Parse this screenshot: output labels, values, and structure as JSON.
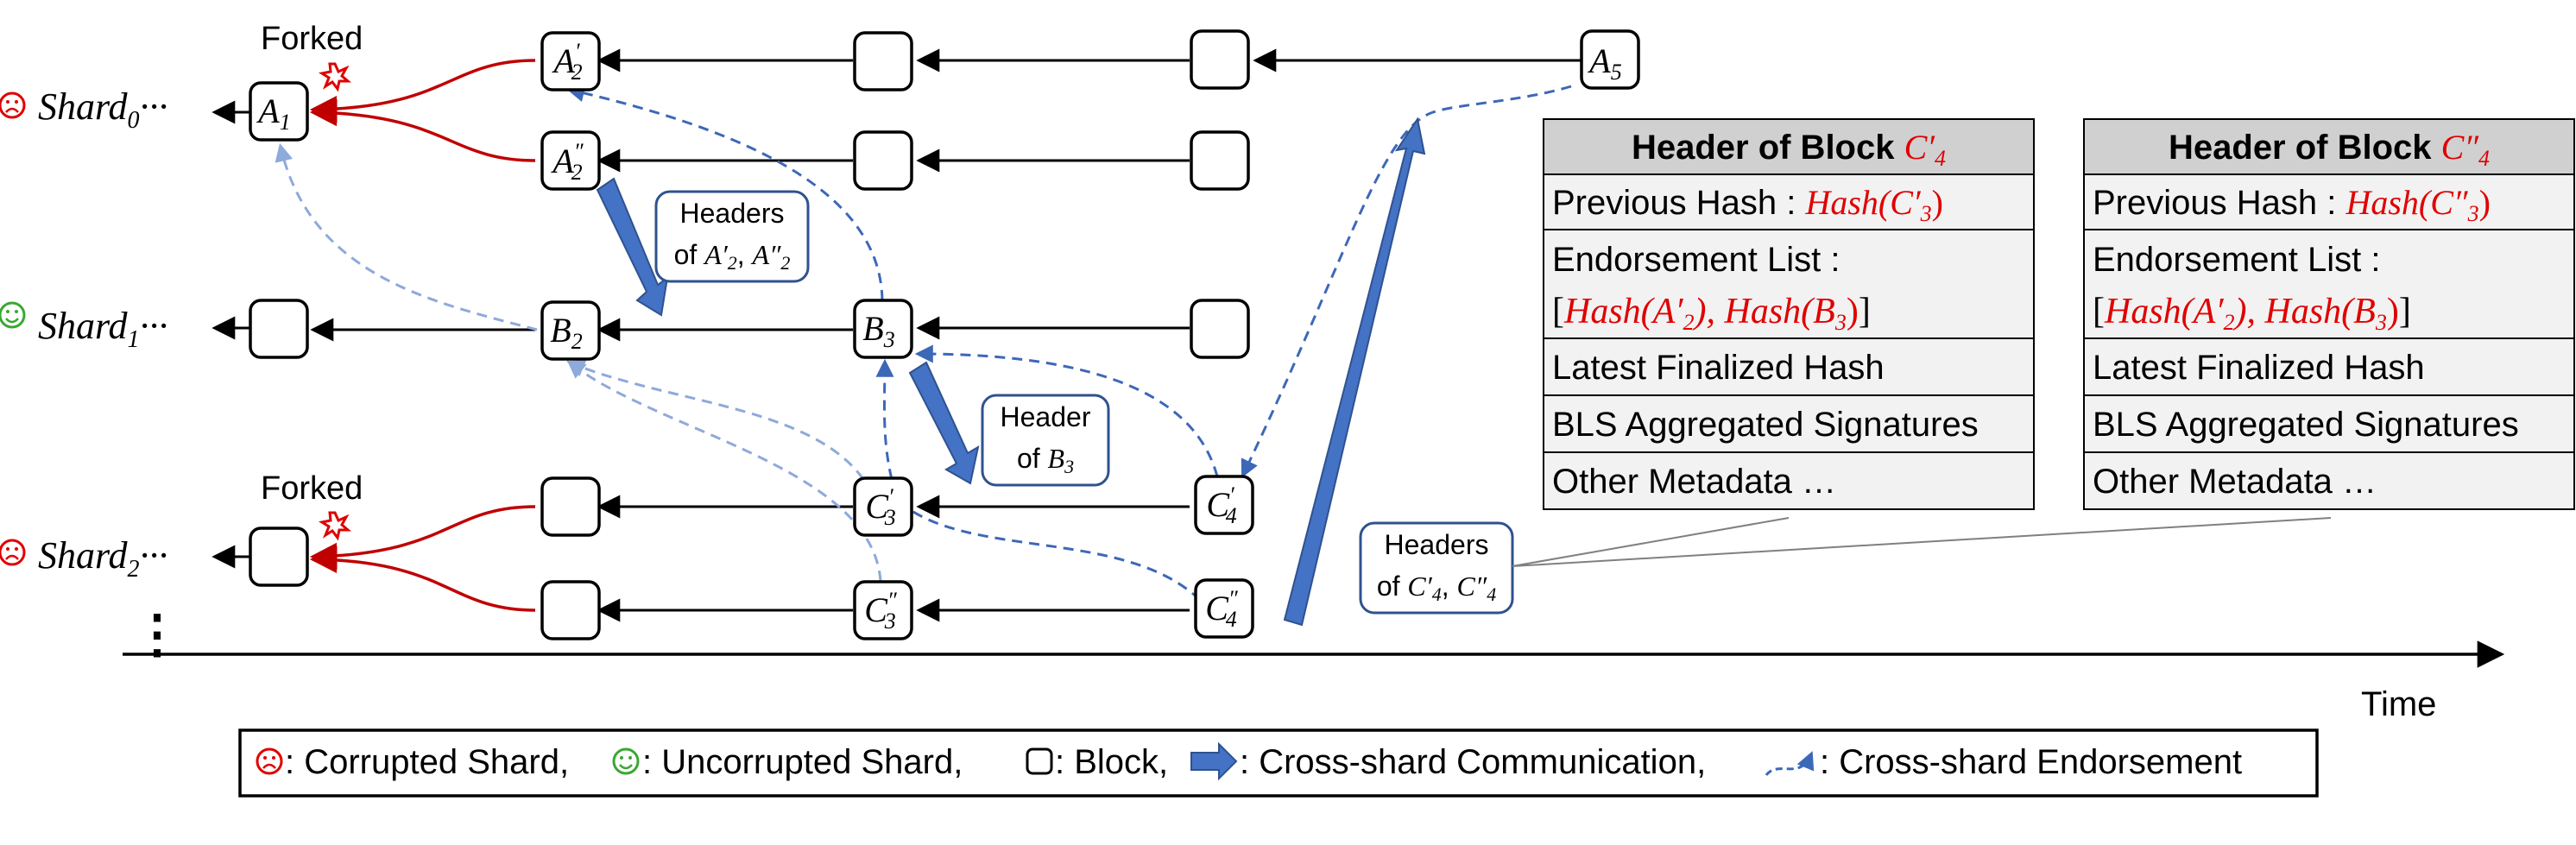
{
  "labels": {
    "forked": "Forked",
    "time": "Time",
    "ellipsis": "⋮",
    "dots": "···"
  },
  "shards": [
    {
      "label": "Shard",
      "sub": "0",
      "status": "corrupted"
    },
    {
      "label": "Shard",
      "sub": "1",
      "status": "uncorrupted"
    },
    {
      "label": "Shard",
      "sub": "2",
      "status": "corrupted"
    }
  ],
  "blocks": {
    "a1": {
      "main": "A",
      "sub": "1"
    },
    "a2p": {
      "main": "A",
      "sub": "2",
      "prime": "′"
    },
    "a2pp": {
      "main": "A",
      "sub": "2",
      "prime": "″"
    },
    "a5": {
      "main": "A",
      "sub": "5"
    },
    "b2": {
      "main": "B",
      "sub": "2"
    },
    "b3": {
      "main": "B",
      "sub": "3"
    },
    "c3p": {
      "main": "C",
      "sub": "3",
      "prime": "′"
    },
    "c3pp": {
      "main": "C",
      "sub": "3",
      "prime": "″"
    },
    "c4p": {
      "main": "C",
      "sub": "4",
      "prime": "′"
    },
    "c4pp": {
      "main": "C",
      "sub": "4",
      "prime": "″"
    }
  },
  "callouts": {
    "headers_a2": {
      "line1": "Headers",
      "prefix": "of ",
      "i1": "A′",
      "s1": "2",
      "sep": ", ",
      "i2": "A″",
      "s2": "2"
    },
    "header_b3": {
      "line1": "Header",
      "prefix": "of ",
      "i1": "B",
      "s1": "3"
    },
    "headers_c4": {
      "line1": "Headers",
      "prefix": "of ",
      "i1": "C′",
      "s1": "4",
      "sep": ", ",
      "i2": "C″",
      "s2": "4"
    }
  },
  "header_tables": [
    {
      "title": "Header of Block ",
      "title_block": "C′",
      "title_sub": "4",
      "prev_label": "Previous Hash : ",
      "prev_value": "Hash(C′",
      "prev_sub": "3",
      "prev_close": ")",
      "endorse_label": "Endorsement List :",
      "endorse_value": "Hash(A′",
      "endorse_sub": "2",
      "endorse_mid": "), Hash(B",
      "endorse_sub2": "3",
      "endorse_close": ")",
      "finalized": "Latest Finalized Hash",
      "bls": "BLS Aggregated Signatures",
      "other": "Other Metadata …"
    },
    {
      "title": "Header of Block ",
      "title_block": "C″",
      "title_sub": "4",
      "prev_label": "Previous Hash : ",
      "prev_value": "Hash(C″",
      "prev_sub": "3",
      "prev_close": ")",
      "endorse_label": "Endorsement List :",
      "endorse_value": "Hash(A′",
      "endorse_sub": "2",
      "endorse_mid": "), Hash(B",
      "endorse_sub2": "3",
      "endorse_close": ")",
      "finalized": "Latest Finalized Hash",
      "bls": "BLS Aggregated Signatures",
      "other": "Other Metadata …"
    }
  ],
  "legend": {
    "corrupted": ": Corrupted Shard, ",
    "uncorrupted": ": Uncorrupted Shard, ",
    "block": ": Block, ",
    "comm": ": Cross-shard Communication, ",
    "endorse": ": Cross-shard Endorsement"
  },
  "colors": {
    "red": "#e00000",
    "green": "#3aa832",
    "blue": "#3d68b8",
    "light_blue": "#8ea9db",
    "forked_red": "#c00000",
    "header_fill": "#d0d0d0",
    "row_fill": "#f2f2f2"
  }
}
